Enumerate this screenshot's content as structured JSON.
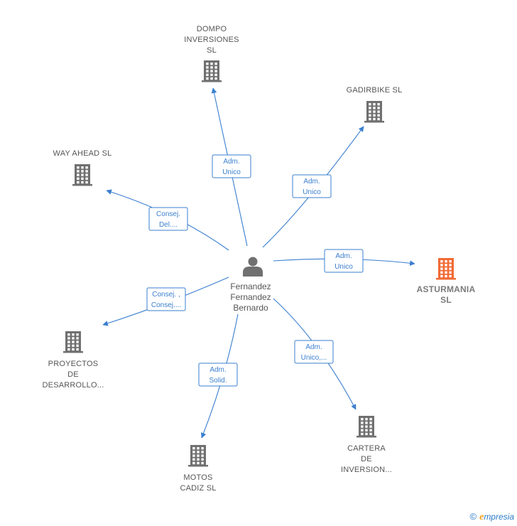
{
  "colors": {
    "edge": "#3a7fcf",
    "building": "#707070",
    "highlight_building": "#f26a35",
    "person": "#707070",
    "text": "#555555"
  },
  "center": {
    "name_lines": [
      "Fernandez",
      "Fernandez",
      "Bernardo"
    ],
    "icon": "person-icon"
  },
  "nodes": [
    {
      "id": "dompo",
      "lines": [
        "DOMPO",
        "INVERSIONES",
        "SL"
      ],
      "icon": "building-icon",
      "highlight": false
    },
    {
      "id": "gadirbike",
      "lines": [
        "GADIRBIKE SL"
      ],
      "icon": "building-icon",
      "highlight": false
    },
    {
      "id": "way-ahead",
      "lines": [
        "WAY AHEAD SL"
      ],
      "icon": "building-icon",
      "highlight": false
    },
    {
      "id": "asturmania",
      "lines": [
        "ASTURMANIA",
        "SL"
      ],
      "icon": "building-icon",
      "highlight": true
    },
    {
      "id": "proyectos",
      "lines": [
        "PROYECTOS",
        "DE",
        "DESARROLLO..."
      ],
      "icon": "building-icon",
      "highlight": false
    },
    {
      "id": "cartera",
      "lines": [
        "CARTERA",
        "DE",
        "INVERSION..."
      ],
      "icon": "building-icon",
      "highlight": false
    },
    {
      "id": "motos-cadiz",
      "lines": [
        "MOTOS",
        "CADIZ  SL"
      ],
      "icon": "building-icon",
      "highlight": false
    }
  ],
  "edges": [
    {
      "target": "dompo",
      "label_lines": [
        "Adm.",
        "Unico"
      ]
    },
    {
      "target": "gadirbike",
      "label_lines": [
        "Adm.",
        "Unico"
      ]
    },
    {
      "target": "way-ahead",
      "label_lines": [
        "Consej.",
        "Del...."
      ]
    },
    {
      "target": "asturmania",
      "label_lines": [
        "Adm.",
        "Unico"
      ]
    },
    {
      "target": "proyectos",
      "label_lines": [
        "Consej. ,",
        "Consej...."
      ]
    },
    {
      "target": "cartera",
      "label_lines": [
        "Adm.",
        "Unico,..."
      ]
    },
    {
      "target": "motos-cadiz",
      "label_lines": [
        "Adm.",
        "Solid."
      ]
    }
  ],
  "footer": {
    "copyright": "©",
    "brand_first": "e",
    "brand_rest": "mpresia"
  }
}
